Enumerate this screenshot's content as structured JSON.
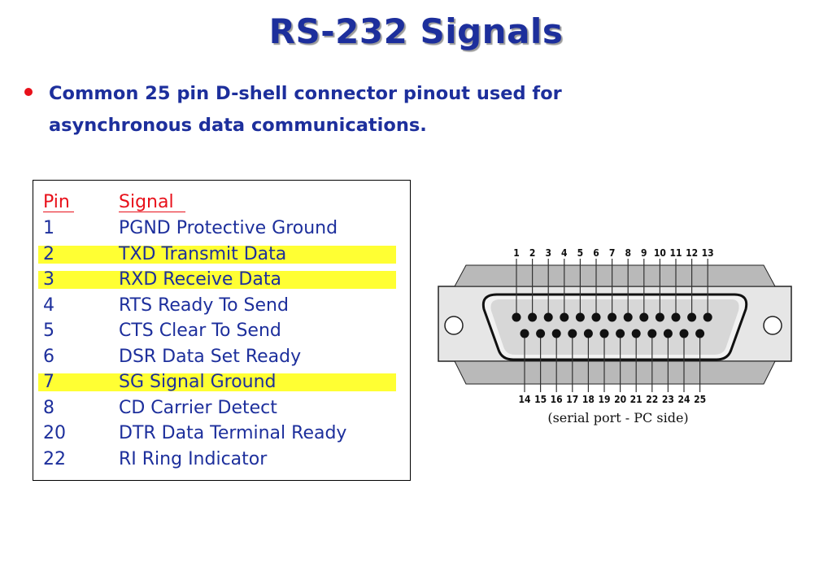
{
  "slide": {
    "title": "RS-232 Signals",
    "bullet": "Common 25 pin D-shell connector pinout used for asynchronous data communications.",
    "colors": {
      "title": "#1d2f9c",
      "bullet_dot": "#e8101a",
      "highlight": "#ffff33",
      "header": "#e8101a"
    }
  },
  "table": {
    "header": {
      "pin": "Pin",
      "signal": "Signal"
    },
    "rows": [
      {
        "pin": "1",
        "signal": "PGND Protective Ground",
        "highlight": false
      },
      {
        "pin": "2",
        "signal": "TXD Transmit Data",
        "highlight": true
      },
      {
        "pin": "3",
        "signal": "RXD Receive Data",
        "highlight": true
      },
      {
        "pin": "4",
        "signal": "RTS Ready To Send",
        "highlight": false
      },
      {
        "pin": "5",
        "signal": "CTS Clear To Send",
        "highlight": false
      },
      {
        "pin": "6",
        "signal": "DSR Data Set Ready",
        "highlight": false
      },
      {
        "pin": "7",
        "signal": "SG Signal Ground",
        "highlight": true
      },
      {
        "pin": "8",
        "signal": "CD Carrier Detect",
        "highlight": false
      },
      {
        "pin": "20",
        "signal": "DTR Data Terminal Ready",
        "highlight": false
      },
      {
        "pin": "22",
        "signal": "RI Ring Indicator",
        "highlight": false
      }
    ]
  },
  "connector": {
    "top_pins": [
      "1",
      "2",
      "3",
      "4",
      "5",
      "6",
      "7",
      "8",
      "9",
      "10",
      "11",
      "12",
      "13"
    ],
    "bottom_pins": [
      "14",
      "15",
      "16",
      "17",
      "18",
      "19",
      "20",
      "21",
      "22",
      "23",
      "24",
      "25"
    ],
    "caption": "(serial port - PC side)"
  }
}
